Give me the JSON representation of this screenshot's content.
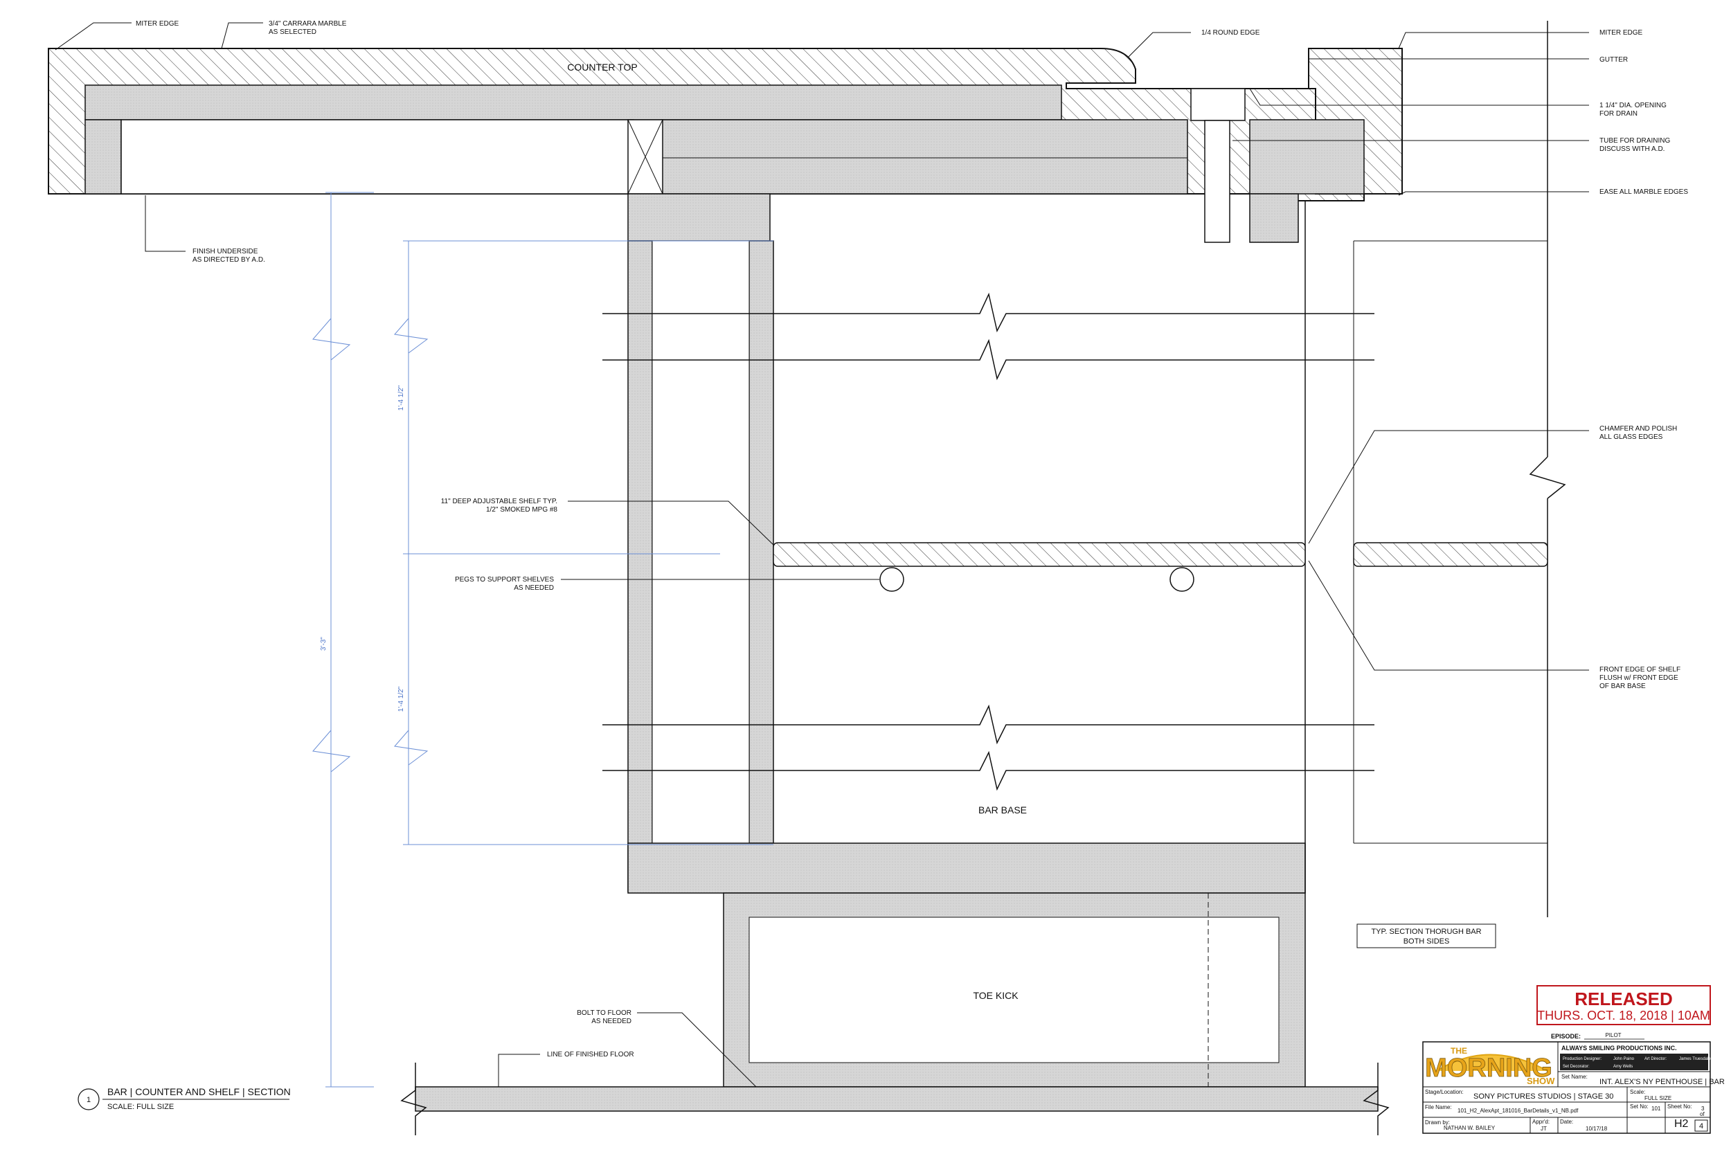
{
  "labels": {
    "counter_top": "COUNTER TOP",
    "bar_base": "BAR BASE",
    "toe_kick": "TOE KICK",
    "typ_section_1": "TYP. SECTION THORUGH BAR",
    "typ_section_2": "BOTH SIDES"
  },
  "callouts": {
    "miter_edge_left": "MITER EDGE",
    "marble_1": "3/4\" CARRARA MARBLE",
    "marble_2": "AS SELECTED",
    "round_edge": "1/4 ROUND EDGE",
    "miter_edge_right": "MITER EDGE",
    "gutter": "GUTTER",
    "drain_1": "1 1/4\" DIA. OPENING",
    "drain_2": "FOR DRAIN",
    "tube_1": "TUBE FOR DRAINING",
    "tube_2": "DISCUSS WITH A.D.",
    "ease_edges": "EASE ALL MARBLE EDGES",
    "finish_1": "FINISH UNDERSIDE",
    "finish_2": "AS DIRECTED BY A.D.",
    "chamfer_1": "CHAMFER AND POLISH",
    "chamfer_2": "ALL GLASS EDGES",
    "shelf_1": "11\" DEEP ADJUSTABLE SHELF TYP.",
    "shelf_2": "1/2\" SMOKED MPG #8",
    "pegs_1": "PEGS TO SUPPORT SHELVES",
    "pegs_2": "AS NEEDED",
    "front_1": "FRONT EDGE OF SHELF",
    "front_2": "FLUSH w/ FRONT EDGE",
    "front_3": "OF BAR BASE",
    "bolt_1": "BOLT TO FLOOR",
    "bolt_2": "AS NEEDED",
    "floor_line": "LINE OF FINISHED FLOOR"
  },
  "dimensions": {
    "total_height": "3'-3\"",
    "upper_shelf": "1'-4 1/2\"",
    "lower_shelf": "1'-4 1/2\""
  },
  "section": {
    "number": "1",
    "title": "BAR | COUNTER AND SHELF | SECTION",
    "scale": "SCALE: FULL SIZE"
  },
  "released": {
    "status": "RELEASED",
    "date": "THURS. OCT. 18, 2018 | 10AM"
  },
  "title_block": {
    "episode_label": "EPISODE:",
    "episode": "PILOT",
    "logo_the": "THE",
    "logo_morning": "MORNING",
    "logo_show": "SHOW",
    "company": "ALWAYS SMILING PRODUCTIONS INC.",
    "pd_label": "Production Designer:",
    "pd_name": "John Paino",
    "ad_label": "Art Director:",
    "ad_name": "James Truesdale",
    "sd_label": "Set Decorator:",
    "sd_name": "Amy Wells",
    "set_name_label": "Set Name:",
    "set_name": "INT. ALEX'S NY PENTHOUSE | BAR",
    "stage_label": "Stage/Location:",
    "stage": "SONY PICTURES STUDIOS | STAGE 30",
    "scale_label": "Scale:",
    "scale": "FULL SIZE",
    "file_label": "File Name:",
    "file": "101_H2_AlexApt_181016_BarDetails_v1_NB.pdf",
    "setno_label": "Set No:",
    "setno": "101",
    "sheet_label": "Sheet No:",
    "sheet_no": "3",
    "sheet_of": "of",
    "drawn_label": "Drawn by:",
    "drawn": "NATHAN W. BAILEY",
    "appd_label": "Appr'd:",
    "appd": "JT",
    "date_label": "Date:",
    "date": "10/17/18",
    "sheet_code": "H2",
    "sheet_total": "4"
  }
}
